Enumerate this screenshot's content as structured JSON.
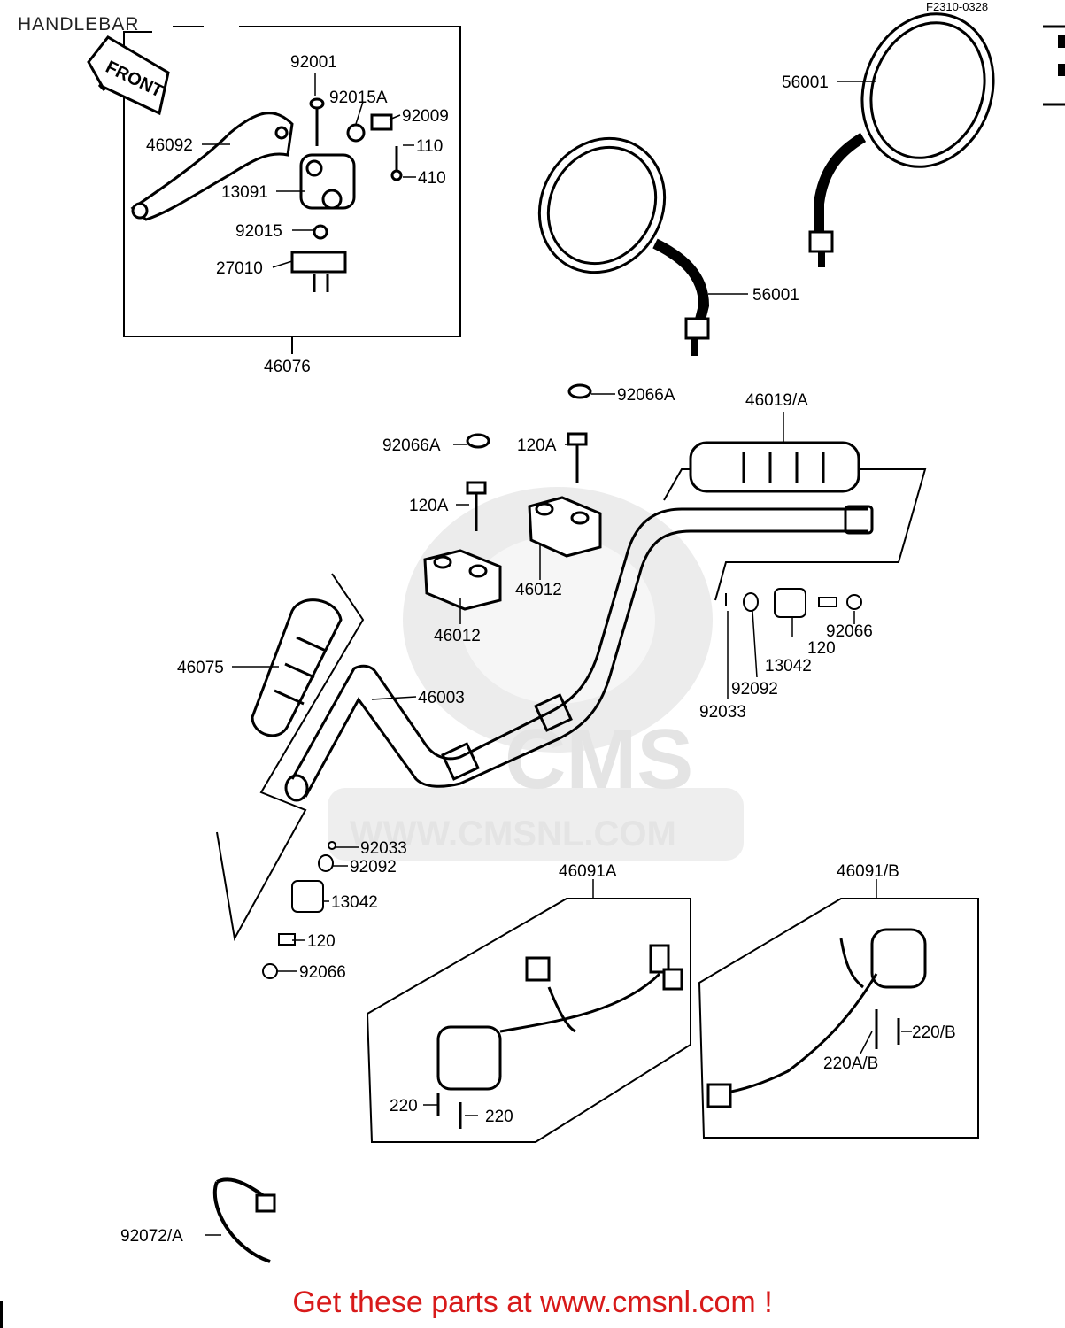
{
  "header": {
    "title": "HANDLEBAR",
    "ref_code": "F2310-0328"
  },
  "watermark": {
    "brand": "CMS",
    "url": "WWW.CMSNL.COM"
  },
  "front_arrow": {
    "text": "FRONT"
  },
  "labels": {
    "p92001": "92001",
    "p92015A": "92015A",
    "p92009": "92009",
    "p46092": "46092",
    "p110": "110",
    "p410": "410",
    "p13091": "13091",
    "p92015": "92015",
    "p27010": "27010",
    "p46076": "46076",
    "p56001_top": "56001",
    "p56001_bottom": "56001",
    "p92066A_top": "92066A",
    "p46019A": "46019/A",
    "p92066A_left": "92066A",
    "p120A_top": "120A",
    "p120A_left": "120A",
    "p46012_right": "46012",
    "p46012_left": "46012",
    "p92066_right": "92066",
    "p120_right": "120",
    "p13042_right": "13042",
    "p92092_right": "92092",
    "p92033_right": "92033",
    "p46075": "46075",
    "p46003": "46003",
    "p92033_left": "92033",
    "p92092_left": "92092",
    "p13042_left": "13042",
    "p120_left": "120",
    "p92066_left": "92066",
    "p46091A": "46091A",
    "p46091B": "46091/B",
    "p220_left": "220",
    "p220_right": "220",
    "p220B": "220/B",
    "p220AB": "220A/B",
    "p92072A": "92072/A"
  },
  "footer": {
    "cta": "Get these parts at www.cmsnl.com !"
  }
}
